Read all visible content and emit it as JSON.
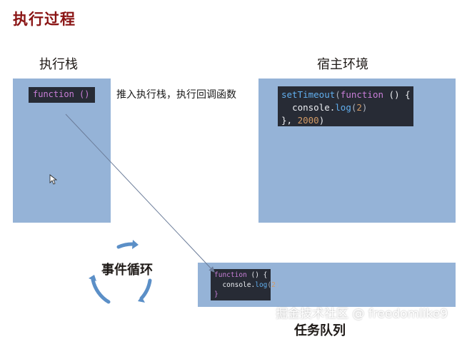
{
  "title": "执行过程",
  "stack": {
    "label": "执行栈",
    "code": "function ()"
  },
  "host": {
    "label": "宿主环境",
    "code": {
      "line1_fn": "setTimeout",
      "line1_kw": "function",
      "line1_rest": " () {",
      "line2_obj": "console.",
      "line2_fn": "log",
      "line2_num": "2",
      "line3_close": "}, ",
      "line3_num": "2000",
      "line3_end": ")"
    }
  },
  "note": "推入执行栈，执行回调函数",
  "event_loop": {
    "label": "事件循环"
  },
  "queue": {
    "label": "任务队列",
    "code": {
      "line1_kw": "function",
      "line1_rest": " () {",
      "line2_obj": "console.",
      "line2_fn": "log",
      "line2_num": "2",
      "line3": "}"
    }
  },
  "watermark": "掘金技术社区 @ freedomlike9",
  "colors": {
    "title": "#8a1414",
    "panel": "#95b3d7",
    "code_bg": "#272b35",
    "keyword": "#c97ed8",
    "function": "#61afef",
    "number": "#d19a66",
    "cycle_arrows": "#5b8fc7"
  }
}
